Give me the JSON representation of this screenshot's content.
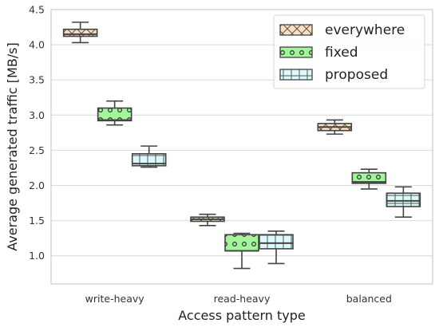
{
  "chart_data": {
    "type": "boxplot",
    "xlabel": "Access pattern type",
    "ylabel": "Average generated traffic [MB/s]",
    "ylim": [
      0.6,
      4.5
    ],
    "yticks": [
      1.0,
      1.5,
      2.0,
      2.5,
      3.0,
      3.5,
      4.0,
      4.5
    ],
    "ytick_labels": [
      "1.0",
      "1.5",
      "2.0",
      "2.5",
      "3.0",
      "3.5",
      "4.0",
      "4.5"
    ],
    "grid": "horizontal",
    "legend_position": "top-right",
    "categories": [
      "write-heavy",
      "read-heavy",
      "balanced"
    ],
    "series": [
      {
        "name": "everywhere",
        "color": "#fde0c0",
        "hatch": "x",
        "boxes": [
          {
            "whisker_low": 4.03,
            "q1": 4.12,
            "median": 4.15,
            "q3": 4.22,
            "whisker_high": 4.32
          },
          {
            "whisker_low": 1.43,
            "q1": 1.49,
            "median": 1.52,
            "q3": 1.55,
            "whisker_high": 1.59
          },
          {
            "whisker_low": 2.73,
            "q1": 2.78,
            "median": 2.83,
            "q3": 2.88,
            "whisker_high": 2.93
          }
        ]
      },
      {
        "name": "fixed",
        "color": "#a2f59a",
        "hatch": "o",
        "boxes": [
          {
            "whisker_low": 2.86,
            "q1": 2.92,
            "median": 2.93,
            "q3": 3.1,
            "whisker_high": 3.2
          },
          {
            "whisker_low": 0.82,
            "q1": 1.07,
            "median": 1.07,
            "q3": 1.3,
            "whisker_high": 1.32
          },
          {
            "whisker_low": 1.95,
            "q1": 2.03,
            "median": 2.05,
            "q3": 2.18,
            "whisker_high": 2.23
          }
        ]
      },
      {
        "name": "proposed",
        "color": "#dcf9fb",
        "hatch": "+",
        "boxes": [
          {
            "whisker_low": 2.26,
            "q1": 2.28,
            "median": 2.31,
            "q3": 2.45,
            "whisker_high": 2.56
          },
          {
            "whisker_low": 0.89,
            "q1": 1.1,
            "median": 1.18,
            "q3": 1.3,
            "whisker_high": 1.35
          },
          {
            "whisker_low": 1.55,
            "q1": 1.7,
            "median": 1.78,
            "q3": 1.89,
            "whisker_high": 1.98
          }
        ]
      }
    ]
  }
}
